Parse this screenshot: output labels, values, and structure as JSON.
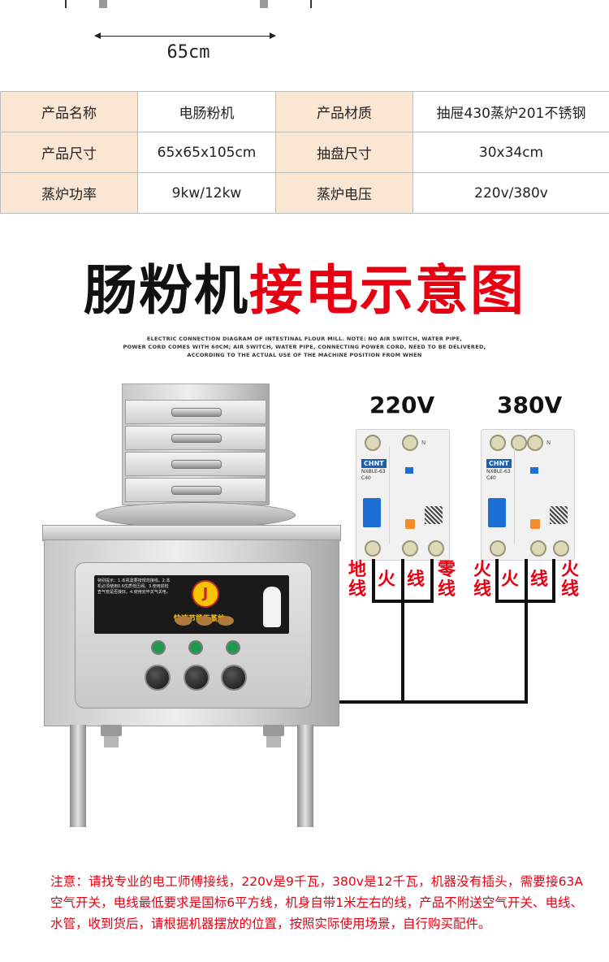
{
  "dimension": {
    "width_label": "65cm"
  },
  "spec_table": {
    "rows": [
      [
        {
          "label": "产品名称",
          "value": "电肠粉机"
        },
        {
          "label": "产品材质",
          "value": "抽屉430蒸炉201不锈钢"
        }
      ],
      [
        {
          "label": "产品尺寸",
          "value": "65x65x105cm"
        },
        {
          "label": "抽盘尺寸",
          "value": "30x34cm"
        }
      ],
      [
        {
          "label": "蒸炉功率",
          "value": "9kw/12kw"
        },
        {
          "label": "蒸炉电压",
          "value": "220v/380v"
        }
      ]
    ]
  },
  "diagram": {
    "title_black": "肠粉机",
    "title_red": "接电示意图",
    "subtitle_line1": "ELECTRIC CONNECTION DIAGRAM OF INTESTINAL FLOUR MILL. NOTE: NO AIR SWITCH, WATER PIPE,",
    "subtitle_line2": "POWER CORD COMES WITH 60CM; AIR SWITCH, WATER PIPE, CONNECTING POWER CORD, NEED TO BE DELIVERED,",
    "subtitle_line3": "ACCORDING TO THE ACTUAL USE OF THE MACHINE POSITION FROM WHEN",
    "voltage_220": "220V",
    "voltage_380": "380V",
    "breaker_brand": "CHNT",
    "breaker_model": "NXBLE-63",
    "breaker_rating": "C40",
    "breaker_n": "N",
    "wires_220": [
      "地线",
      "火",
      "线",
      "零线"
    ],
    "wires_380": [
      "火线",
      "火",
      "线",
      "火线"
    ]
  },
  "machine": {
    "sticker_logo": "J",
    "sticker_brand": "快速节能王蒸炉",
    "sticker_note": "特别提示：1.本机需要按规范接线。2.本机必须使用0.6优质低压阀。3.使用前检查气管是否接好。4.使用完毕关气关电。"
  },
  "notice": "注意：请找专业的电工师傅接线，220v是9千瓦，380v是12千瓦，机器没有插头，需要接63A空气开关，电线最低要求是国标6平方线，机身自带1米左右的线，产品不附送空气开关、电线、水管，收到货后，请根据机器摆放的位置，按照实际使用场景，自行购买配件。",
  "colors": {
    "accent_red": "#e60012",
    "label_bg": "#fbe5d3",
    "breaker_blue": "#1d6fd6"
  }
}
